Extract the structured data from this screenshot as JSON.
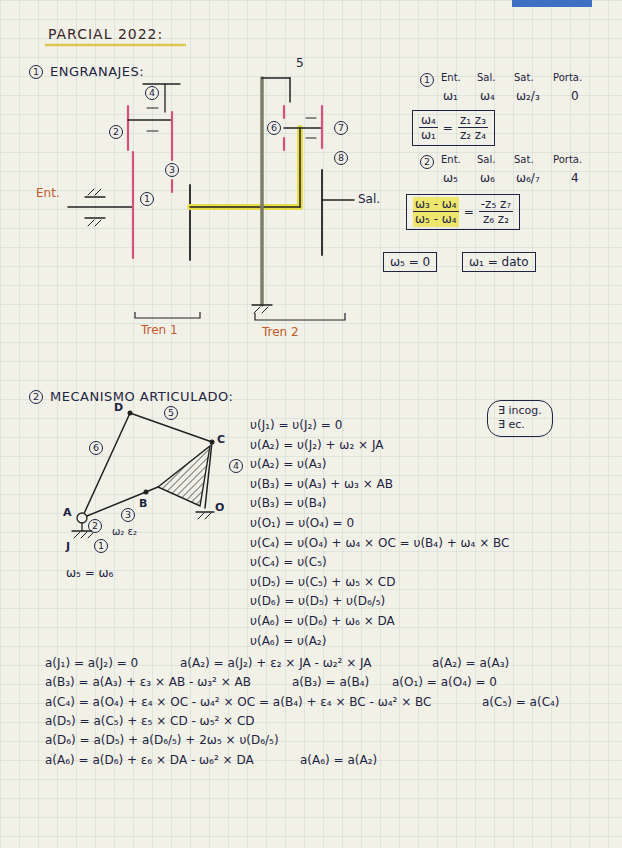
{
  "diagram": {
    "title": "PARCIAL 2022:",
    "nodes": [
      {
        "text": [
          "1"
        ]
      },
      {
        "text": [
          "4"
        ]
      },
      {
        "text": [
          "2"
        ]
      },
      {
        "text": [
          "3"
        ]
      },
      {
        "text": [
          "1"
        ]
      },
      {
        "text": [
          "6"
        ]
      },
      {
        "text": [
          "7"
        ]
      },
      {
        "text": [
          "8"
        ]
      },
      {
        "text": [
          "1"
        ]
      },
      {
        "text": [
          "ω₄",
          "ω₁",
          "=",
          "z₁ z₃",
          "z₂ z₄"
        ]
      },
      {
        "text": [
          "2"
        ]
      },
      {
        "text": [
          "ω₃ - ω₄",
          "ω₅ - ω₄",
          "=",
          "-z₅ z₇",
          "z₆ z₂"
        ]
      },
      {
        "text": [
          "ω₅ = 0"
        ]
      },
      {
        "text": [
          "ω₁ = dato"
        ]
      },
      {
        "text": [
          "2"
        ]
      },
      {
        "text": [
          "5"
        ]
      },
      {
        "text": [
          "∃ incog.",
          "∃ ec."
        ]
      },
      {
        "text": [
          "6"
        ]
      },
      {
        "text": [
          "4"
        ]
      },
      {
        "text": [
          "2"
        ]
      },
      {
        "text": [
          "3"
        ]
      },
      {
        "text": [
          "1"
        ]
      }
    ],
    "labels": [
      "ENGRANAJES:",
      "5",
      "Ent.",
      "Sal.",
      "Tren 1",
      "Tren 2",
      "Ent.",
      "Sal.",
      "Sat.",
      "Porta.",
      "ω₁",
      "ω₄",
      "ω₂/₃",
      "0",
      "Ent.",
      "Sal.",
      "Sat.",
      "Porta.",
      "ω₅",
      "ω₆",
      "ω₆/₇",
      "4",
      "MECANISMO ARTICULADO:",
      "D",
      "C",
      "B",
      "A",
      "O",
      "J",
      "ω₂ ε₂",
      "ω₅ = ω₆",
      "υ(J₁) = υ(J₂) = 0",
      "υ(A₂) = υ(J₂) + ω₂ × JA",
      "υ(A₂) = υ(A₃)",
      "υ(B₃) = υ(A₃) + ω₃ × AB",
      "υ(B₃) = υ(B₄)",
      "υ(O₁) = υ(O₄) = 0",
      "υ(C₄) = υ(O₄) + ω₄ × OC = υ(B₄) + ω₄ × BC",
      "υ(C₄) = υ(C₅)",
      "υ(D₅) = υ(C₅) + ω₅ × CD",
      "υ(D₆) = υ(D₅) + υ(D₆/₅)",
      "υ(A₆) = υ(D₆) + ω₆ × DA",
      "υ(A₆) = υ(A₂)",
      "a(J₁) = a(J₂) = 0",
      "a(A₂) = a(J₂) + ε₂ × JA - ω₂² × JA",
      "a(A₂) = a(A₃)",
      "a(B₃) = a(A₃) + ε₃ × AB - ω₃² × AB",
      "a(B₃) = a(B₄)",
      "a(O₁) = a(O₄) = 0",
      "a(C₄) = a(O₄) + ε₄ × OC - ω₄² × OC = a(B₄) + ε₄ × BC - ω₄² × BC",
      "a(C₅) = a(C₄)",
      "a(D₅) = a(C₅) + ε₅ × CD - ω₅² × CD",
      "a(D₆) = a(D₅) + a(D₆/₅) + 2ω₅ × υ(D₆/₅)",
      "a(A₆) = a(D₆) + ε₆ × DA - ω₆² × DA",
      "a(A₆) = a(A₂)"
    ]
  }
}
